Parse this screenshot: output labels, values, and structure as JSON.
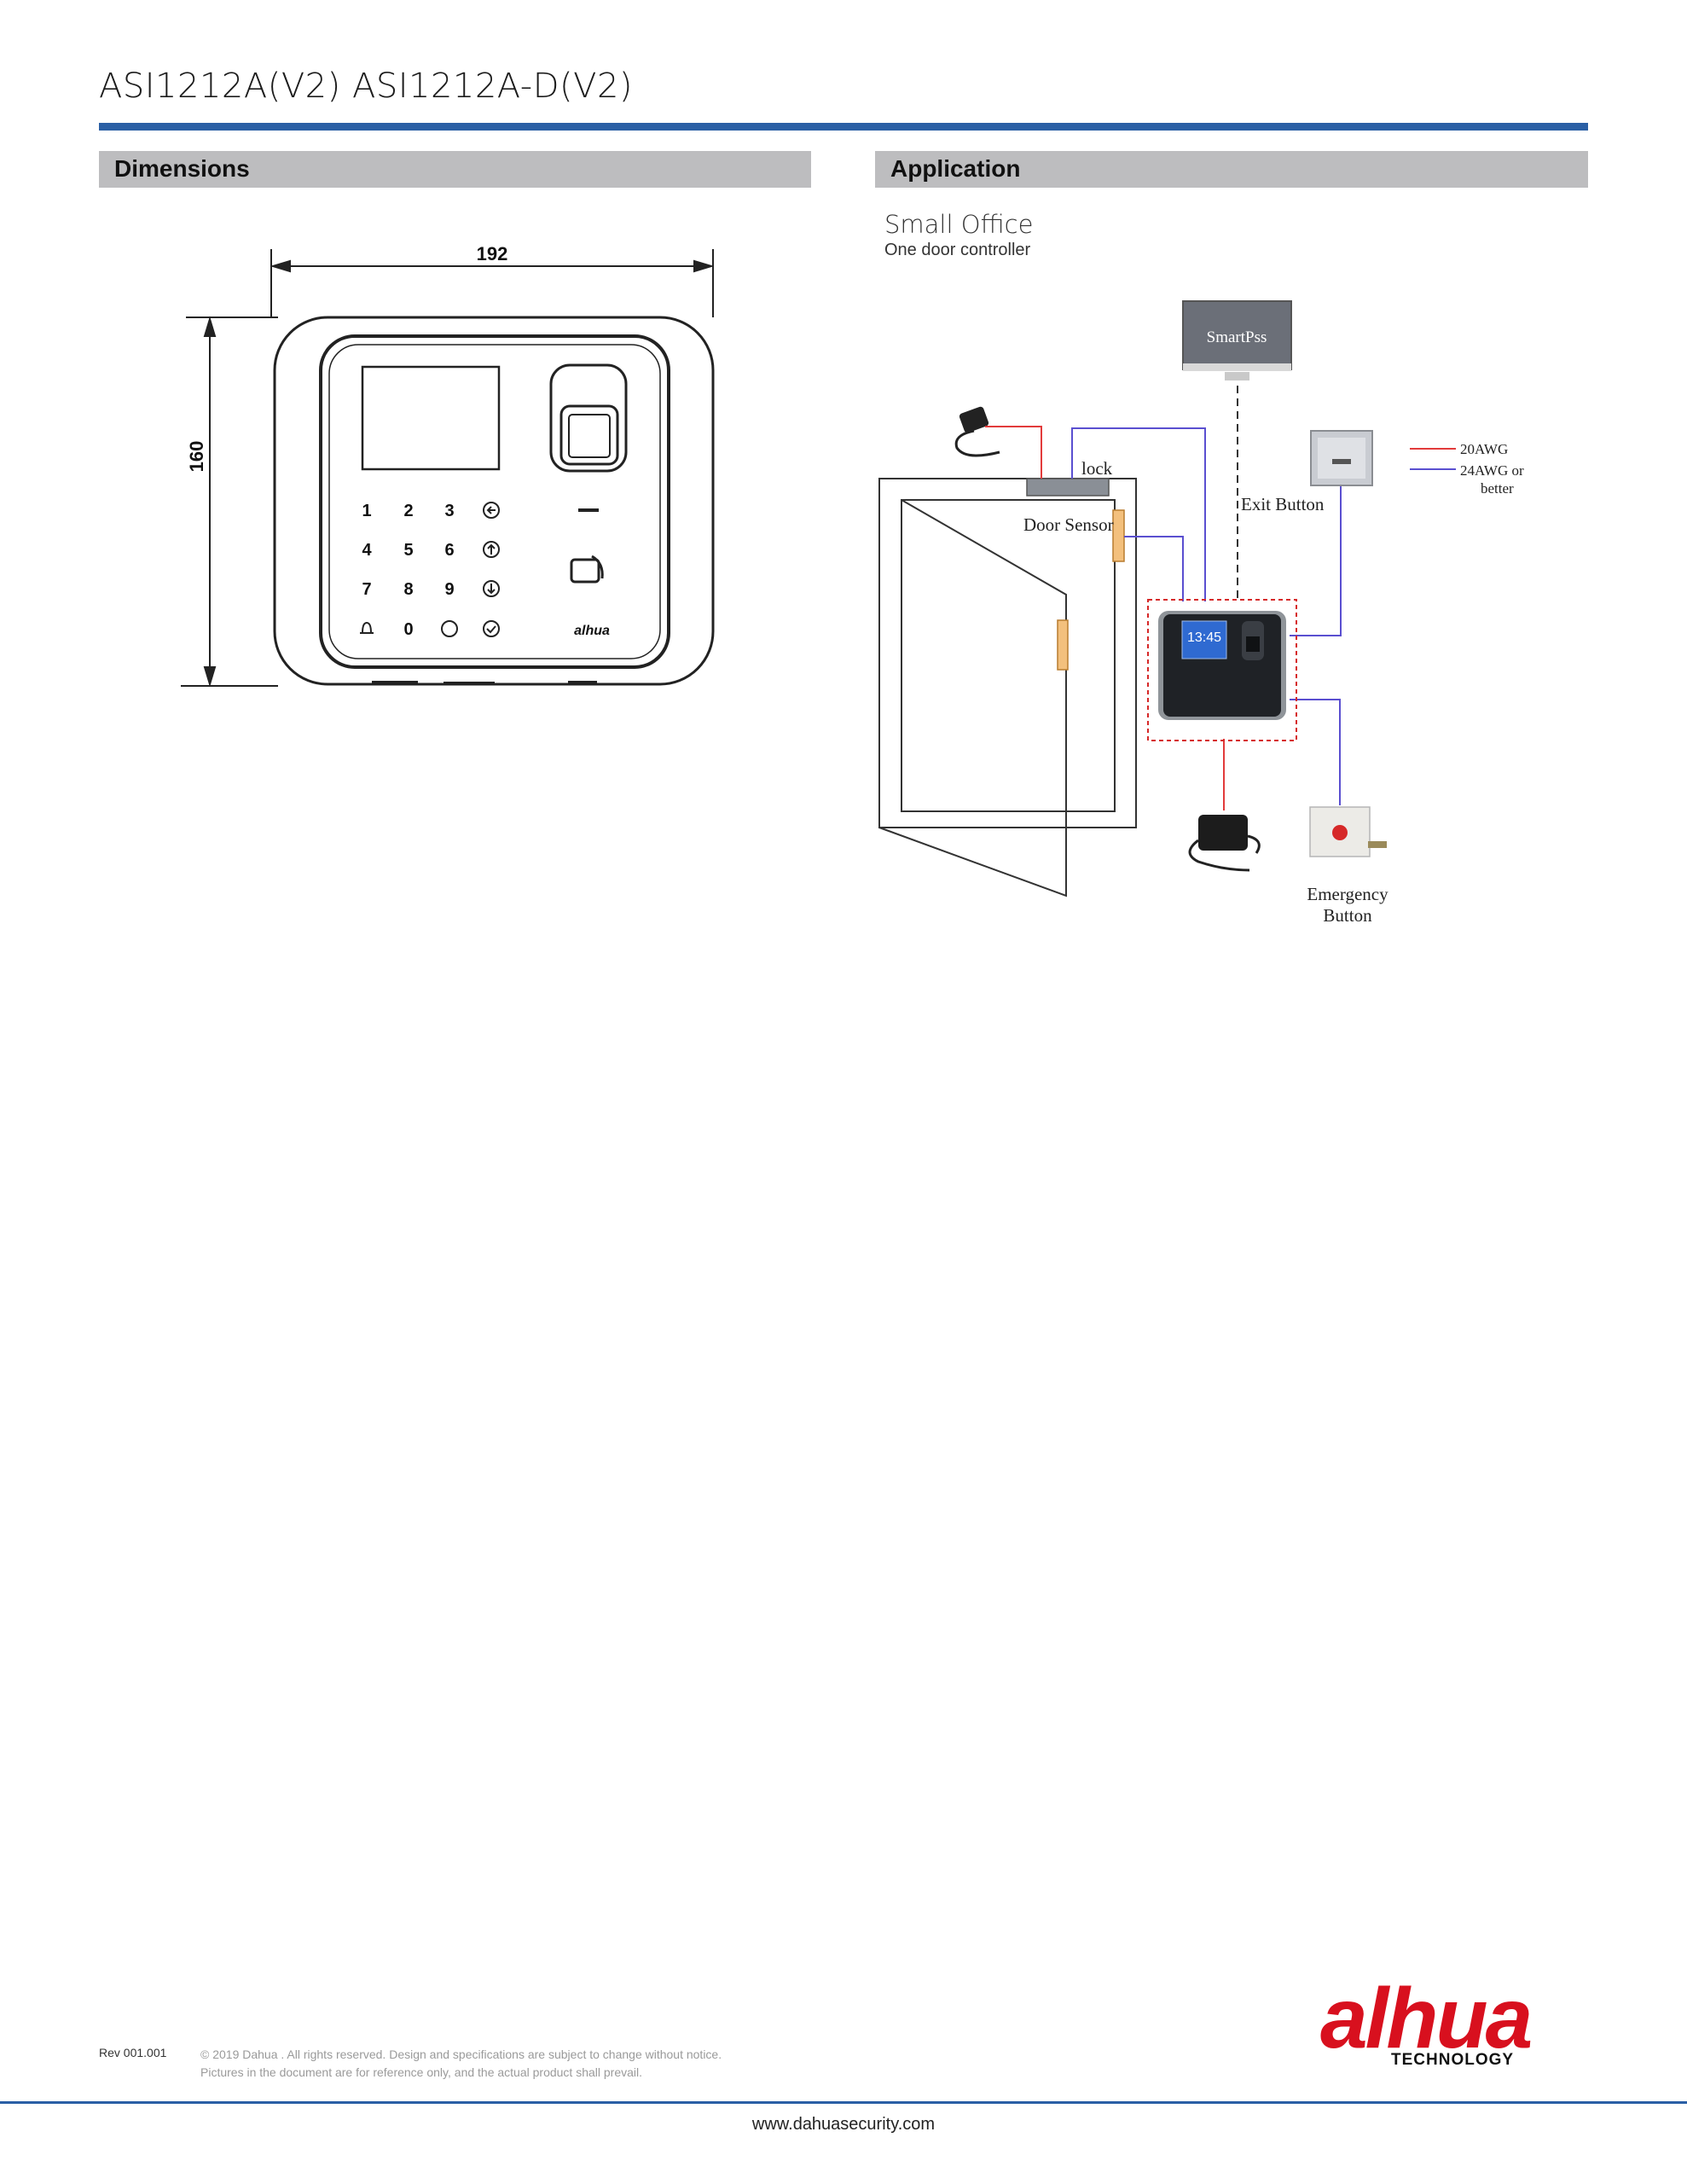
{
  "header": {
    "title": "ASI1212A(V2) ASI1212A-D(V2)"
  },
  "dimensions": {
    "heading": "Dimensions",
    "width_label": "192",
    "height_label": "160",
    "keypad": [
      "1",
      "2",
      "3",
      "4",
      "5",
      "6",
      "7",
      "8",
      "9",
      "0"
    ],
    "brand_mark": "alhua"
  },
  "application": {
    "heading": "Application",
    "subtitle": "Small Office",
    "caption": "One door controller",
    "labels": {
      "software": "SmartPss",
      "lock": "lock",
      "door_sensor": "Door Sensor",
      "exit_button": "Exit Button",
      "wire_20": "20AWG",
      "wire_24_line1": "24AWG or",
      "wire_24_line2": "better",
      "emergency_line1": "Emergency",
      "emergency_line2": "Button",
      "device_time": "13:45"
    },
    "wire_colors": {
      "power": "#e23b3b",
      "signal": "#5a4fd0",
      "network": "#333333"
    }
  },
  "footer": {
    "rev": "Rev 001.001",
    "copyright_line1": "© 2019 Dahua . All rights reserved. Design and specifications are subject to change without notice.",
    "copyright_line2": "Pictures in the document are for reference only, and the actual product shall prevail.",
    "url": "www.dahuasecurity.com",
    "logo_word": "alhua",
    "logo_sub": "TECHNOLOGY"
  }
}
